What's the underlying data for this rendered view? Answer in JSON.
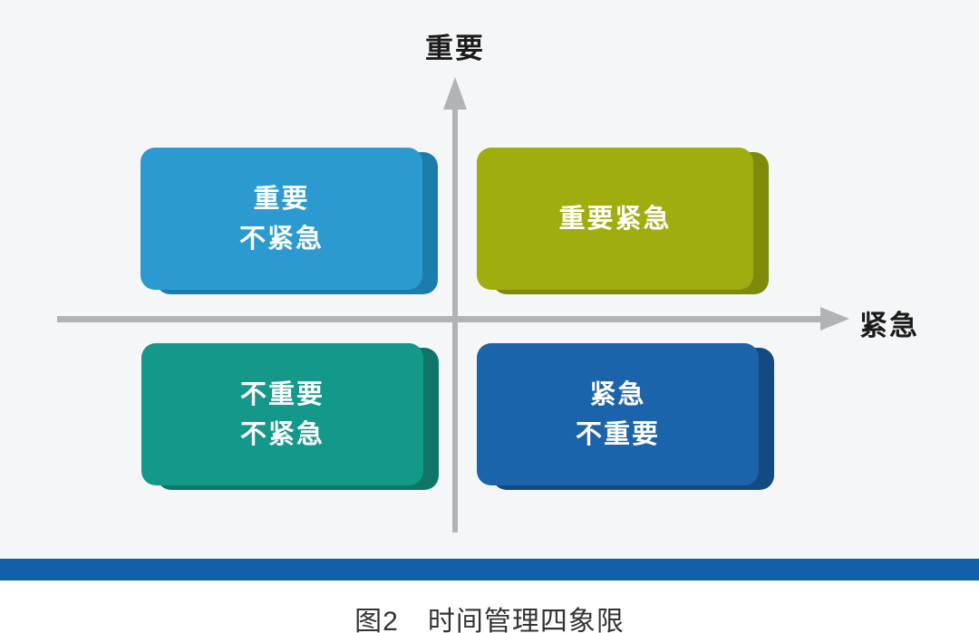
{
  "figure": {
    "axes": {
      "y_label": "重要",
      "x_label": "紧急",
      "line_color": "#b1b4b6",
      "label_color": "#1c1c1c"
    },
    "quadrants": [
      {
        "name": "important-not-urgent",
        "position": "top-left",
        "line1": "重要",
        "line2": "不紧急",
        "color": "#2a9ad0",
        "edge_color": "#1b7dad"
      },
      {
        "name": "important-urgent",
        "position": "top-right",
        "line1": "重要紧急",
        "color": "#9fad0e",
        "edge_color": "#7d8b0b"
      },
      {
        "name": "not-important-not-urgent",
        "position": "bottom-left",
        "line1": "不重要",
        "line2": "不紧急",
        "color": "#13988a",
        "edge_color": "#0e7568"
      },
      {
        "name": "urgent-not-important",
        "position": "bottom-right",
        "line1": "紧急",
        "line2": "不重要",
        "color": "#1b63ab",
        "edge_color": "#134a80"
      }
    ],
    "card_text_color": "#ffffff",
    "divider_bar_color": "#1060a8",
    "caption": {
      "figure_label": "图2",
      "title": "时间管理四象限"
    }
  }
}
